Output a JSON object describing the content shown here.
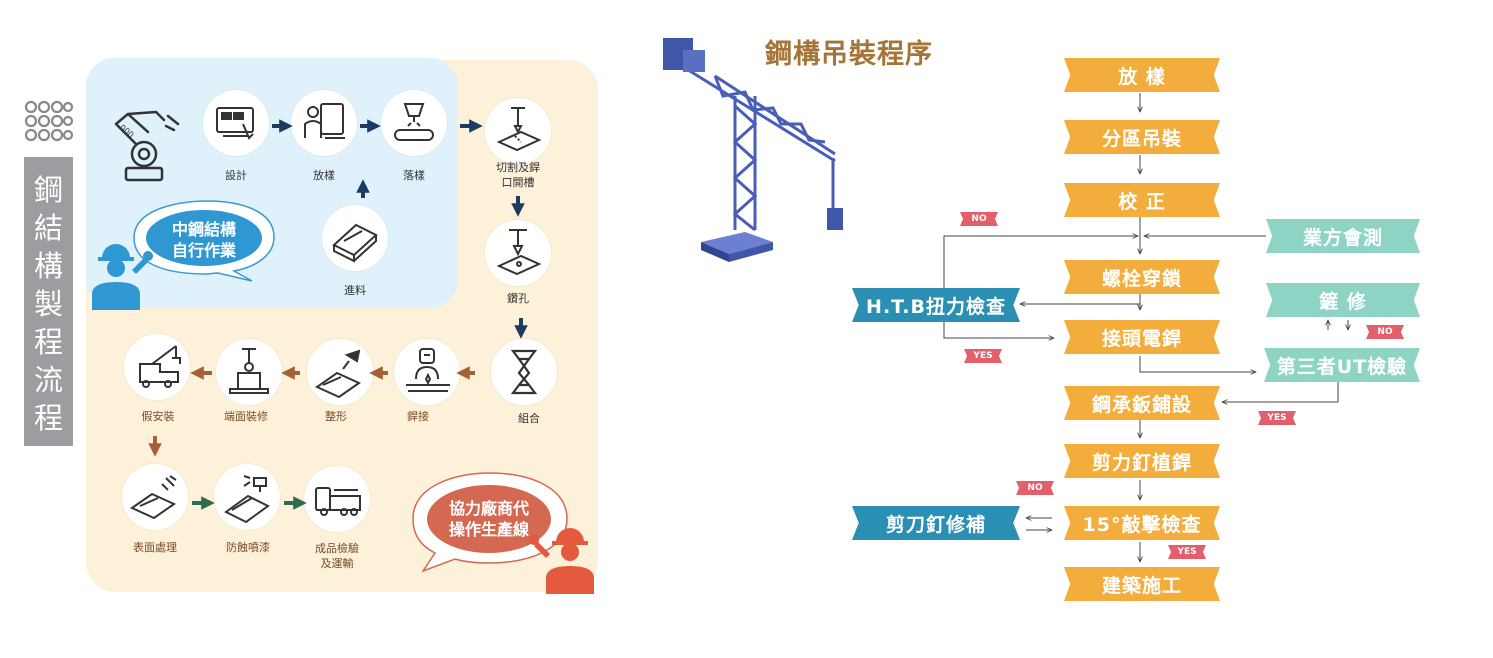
{
  "colors": {
    "orange": "#f2ad3c",
    "teal": "#8ed4c5",
    "blue": "#2a8fb3",
    "tag_red": "#e35f6c",
    "title_brown": "#a57436",
    "arrow_navy": "#1b3c60",
    "arrow_brown": "#a5603a",
    "arrow_green": "#2f6b4c"
  },
  "left": {
    "vertical_title": "鋼\n結\n構\n製\n程\n流\n程",
    "bubble_inhouse": "中鋼結構\n自行作業",
    "bubble_partner": "協力廠商代\n操作生產線",
    "steps": {
      "design": "設計",
      "layout": "放樣",
      "cutting_plan": "落樣",
      "feed": "進料",
      "cut_groove": "切割及銲\n口開槽",
      "drill": "鑽孔",
      "assemble": "組合",
      "weld": "銲接",
      "shaping": "整形",
      "end_finish": "端面裝修",
      "pre_assembly": "假安裝",
      "surface_treat": "表面處理",
      "anticorrosion": "防蝕噴漆",
      "inspect_ship": "成品檢驗\n及運輸"
    },
    "icons": {
      "robot": "robot-arm-icon",
      "design": "computer-design-icon",
      "layout": "layout-worker-icon",
      "cutting_plan": "cutting-plan-icon",
      "feed": "material-feed-icon",
      "cut_groove": "cutting-torch-icon",
      "drill": "drill-icon",
      "assemble": "assembly-clamp-icon",
      "weld": "welder-icon",
      "shaping": "shaping-icon",
      "end_finish": "end-finishing-icon",
      "pre_assembly": "crane-truck-icon",
      "surface_treat": "surface-treatment-icon",
      "anticorrosion": "spray-paint-icon",
      "inspect_ship": "shipping-truck-icon"
    }
  },
  "right": {
    "title": "鋼構吊裝程序",
    "steps": {
      "layout": "放 樣",
      "zone_lift": "分區吊裝",
      "align": "校 正",
      "owner_survey": "業方會測",
      "bolt": "螺栓穿鎖",
      "htb_check": "H.T.B扭力檢查",
      "joint_weld": "接頭電銲",
      "repair": "鏟 修",
      "ut_check": "第三者UT檢驗",
      "deck_plate": "鋼承鈑鋪設",
      "stud_weld": "剪力釘植銲",
      "strike_check": "15°敲擊檢查",
      "stud_repair": "剪刀釘修補",
      "construction": "建築施工"
    },
    "tags": {
      "no": "NO",
      "yes": "YES"
    }
  }
}
